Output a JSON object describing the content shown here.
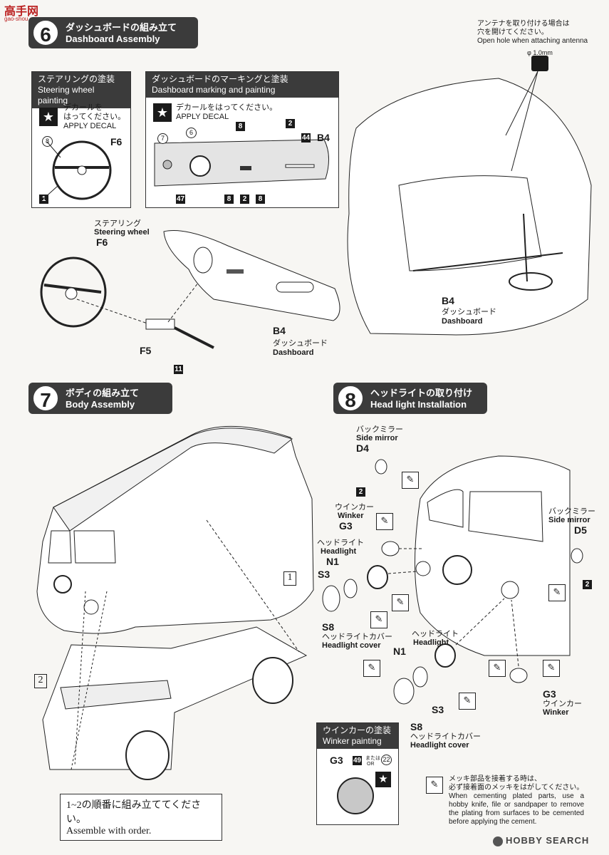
{
  "watermark": {
    "logo": "高手网",
    "url": "gao-shou.com"
  },
  "step6": {
    "num": "6",
    "jp": "ダッシュボードの組み立て",
    "en": "Dashboard Assembly"
  },
  "antenna": {
    "jp1": "アンテナを取り付ける場合は",
    "jp2": "穴を開けてください。",
    "en": "Open hole when attaching antenna",
    "size": "φ 1.0mm"
  },
  "steering_box": {
    "jp": "ステアリングの塗装",
    "en": "Steering wheel painting",
    "decal_jp1": "デカールを",
    "decal_jp2": "はってください。",
    "decal_en": "APPLY DECAL",
    "part": "F6",
    "decal_num": "8",
    "color_num": "1"
  },
  "dash_box": {
    "jp": "ダッシュボードのマーキングと塗装",
    "en": "Dashboard marking and painting",
    "decal_jp": "デカールをはってください。",
    "decal_en": "APPLY DECAL",
    "part": "B4",
    "labels": {
      "c7": "7",
      "c6": "6",
      "s8a": "8",
      "s2": "2",
      "s44": "44",
      "s47": "47",
      "s8b": "8",
      "s2b": "2",
      "s8c": "8"
    }
  },
  "step6_main": {
    "sw_jp": "ステアリング",
    "sw_en": "Steering wheel",
    "sw_part": "F6",
    "f5": "F5",
    "n11": "11",
    "b4": "B4",
    "b4_jp": "ダッシュボード",
    "b4_en": "Dashboard",
    "body_b4": "B4",
    "body_b4_jp": "ダッシュボード",
    "body_b4_en": "Dashboard"
  },
  "step7": {
    "num": "7",
    "jp": "ボディの組み立て",
    "en": "Body Assembly",
    "mark1": "1",
    "mark2": "2",
    "order_jp": "1~2の順番に組み立ててください。",
    "order_en": "Assemble with order."
  },
  "step8": {
    "num": "8",
    "jp": "ヘッドライトの取り付け",
    "en": "Head light Installation",
    "mirror_l_jp": "バックミラー",
    "mirror_l_en": "Side mirror",
    "d4": "D4",
    "n2a": "2",
    "winker_jp": "ウインカー",
    "winker_en": "Winker",
    "g3a": "G3",
    "head_jp": "ヘッドライト",
    "head_en": "Headlight",
    "n1a": "N1",
    "s3a": "S3",
    "s8a": "S8",
    "cover_jp": "ヘッドライトカバー",
    "cover_en": "Headlight cover",
    "mirror_r_jp": "バックミラー",
    "mirror_r_en": "Side mirror",
    "d5": "D5",
    "n2b": "2",
    "head2_jp": "ヘッドライト",
    "head2_en": "Headlight",
    "n1b": "N1",
    "s3b": "S3",
    "s8b": "S8",
    "cover2_jp": "ヘッドライトカバー",
    "cover2_en": "Headlight cover",
    "g3b": "G3",
    "winker2_jp": "ウインカー",
    "winker2_en": "Winker"
  },
  "winker_box": {
    "jp": "ウインカーの塗装",
    "en": "Winker painting",
    "part": "G3",
    "c49": "49",
    "or_jp": "または",
    "or_en": "OR",
    "c22": "22"
  },
  "plating_note": {
    "jp1": "メッキ部品を接着する時は、",
    "jp2": "必ず接着面のメッキをはがしてください。",
    "en": "When cementing plated parts, use a hobby knife, file or sandpaper to remove the plating from surfaces to be cemented before applying the cement."
  },
  "footer": {
    "brand": "HOBBY SEARCH"
  }
}
